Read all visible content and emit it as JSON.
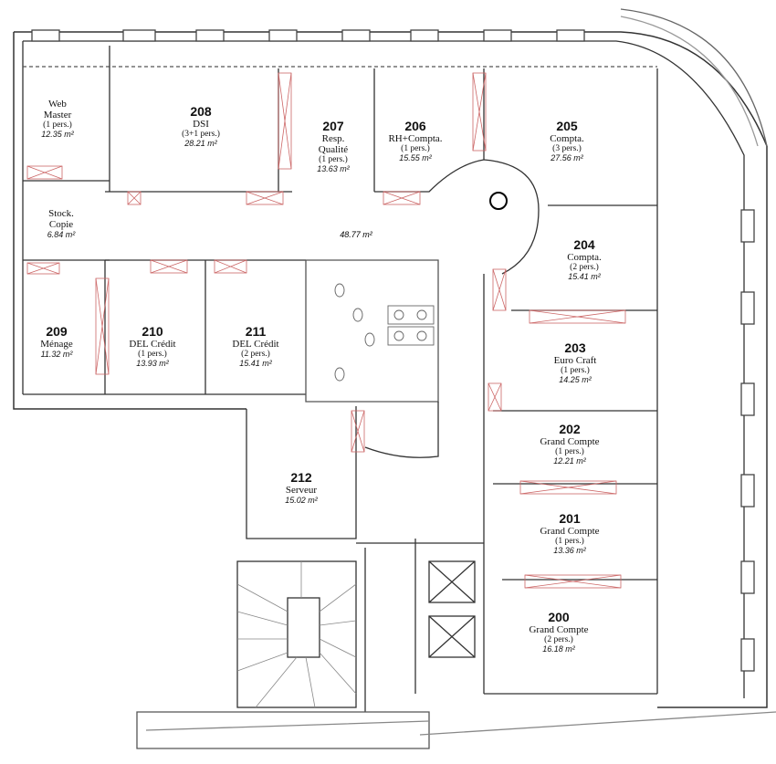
{
  "plan": {
    "corridor_area": "48.77 m²",
    "rooms": [
      {
        "id": "web-master",
        "number": "",
        "name": [
          "Web",
          "Master"
        ],
        "persons": "(1 pers.)",
        "area": "12.35 m²"
      },
      {
        "id": "208",
        "number": "208",
        "name": [
          "DSI"
        ],
        "persons": "(3+1 pers.)",
        "area": "28.21 m²"
      },
      {
        "id": "207",
        "number": "207",
        "name": [
          "Resp.",
          "Qualité"
        ],
        "persons": "(1 pers.)",
        "area": "13.63 m²"
      },
      {
        "id": "206",
        "number": "206",
        "name": [
          "RH+Compta."
        ],
        "persons": "(1 pers.)",
        "area": "15.55 m²"
      },
      {
        "id": "205",
        "number": "205",
        "name": [
          "Compta."
        ],
        "persons": "(3 pers.)",
        "area": "27.56 m²"
      },
      {
        "id": "stock-copie",
        "number": "",
        "name": [
          "Stock.",
          "Copie"
        ],
        "persons": "",
        "area": "6.84 m²"
      },
      {
        "id": "204",
        "number": "204",
        "name": [
          "Compta."
        ],
        "persons": "(2 pers.)",
        "area": "15.41 m²"
      },
      {
        "id": "209",
        "number": "209",
        "name": [
          "Ménage"
        ],
        "persons": "",
        "area": "11.32 m²"
      },
      {
        "id": "210",
        "number": "210",
        "name": [
          "DEL Crédit"
        ],
        "persons": "(1 pers.)",
        "area": "13.93 m²"
      },
      {
        "id": "211",
        "number": "211",
        "name": [
          "DEL Crédit"
        ],
        "persons": "(2 pers.)",
        "area": "15.41 m²"
      },
      {
        "id": "203",
        "number": "203",
        "name": [
          "Euro Craft"
        ],
        "persons": "(1 pers.)",
        "area": "14.25 m²"
      },
      {
        "id": "202",
        "number": "202",
        "name": [
          "Grand Compte"
        ],
        "persons": "(1 pers.)",
        "area": "12.21 m²"
      },
      {
        "id": "212",
        "number": "212",
        "name": [
          "Serveur"
        ],
        "persons": "",
        "area": "15.02 m²"
      },
      {
        "id": "201",
        "number": "201",
        "name": [
          "Grand Compte"
        ],
        "persons": "(1 pers.)",
        "area": "13.36 m²"
      },
      {
        "id": "200",
        "number": "200",
        "name": [
          "Grand Compte"
        ],
        "persons": "(2 pers.)",
        "area": "16.18 m²"
      }
    ]
  }
}
